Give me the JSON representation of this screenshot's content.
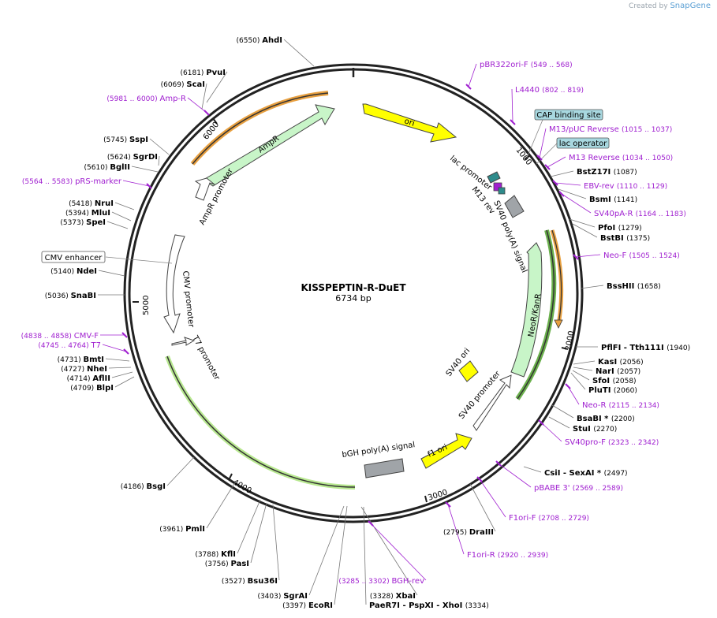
{
  "credit": {
    "prefix": "Created by",
    "brand": "SnapGene"
  },
  "plasmid": {
    "name": "KISSPEPTIN-R-DuET",
    "length": "6734 bp"
  },
  "colors": {
    "primer": "#a020d0",
    "feature_yellow": "#ffff00",
    "feature_green": "#c8f5c8",
    "feature_gray": "#a0a4a8",
    "orf_orange": "#e8a040",
    "orf_green": "#6ab04c"
  },
  "ticks": [
    "1000",
    "2000",
    "3000",
    "4000",
    "5000",
    "6000"
  ],
  "feature_labels": {
    "ori": "ori",
    "ampr": "AmpR",
    "ampr_promoter": "AmpR promoter",
    "cmv_promoter": "CMV promoter",
    "t7_promoter": "T7 promoter",
    "lac_promoter": "lac promoter",
    "m13_rev": "M13 rev",
    "sv40_polya": "SV40 poly(A) signal",
    "neor": "NeoR/KanR",
    "sv40_ori": "SV40 ori",
    "sv40_promoter": "SV40 promoter",
    "f1_ori": "f1 ori",
    "bgh_polya": "bGH poly(A) signal"
  },
  "boxed_labels": {
    "cap": "CAP binding site",
    "lac_operator": "lac operator",
    "cmv_enhancer": "CMV enhancer"
  },
  "sites": [
    {
      "name": "AhdI",
      "pos": "(6550)",
      "kind": "enzyme"
    },
    {
      "name": "PvuI",
      "pos": "(6181)",
      "kind": "enzyme"
    },
    {
      "name": "ScaI",
      "pos": "(6069)",
      "kind": "enzyme"
    },
    {
      "name": "Amp-R",
      "pos": "(5981 .. 6000)",
      "kind": "primer"
    },
    {
      "name": "SspI",
      "pos": "(5745)",
      "kind": "enzyme"
    },
    {
      "name": "SgrDI",
      "pos": "(5624)",
      "kind": "enzyme"
    },
    {
      "name": "BglII",
      "pos": "(5610)",
      "kind": "enzyme"
    },
    {
      "name": "pRS-marker",
      "pos": "(5564 .. 5583)",
      "kind": "primer"
    },
    {
      "name": "NruI",
      "pos": "(5418)",
      "kind": "enzyme"
    },
    {
      "name": "MluI",
      "pos": "(5394)",
      "kind": "enzyme"
    },
    {
      "name": "SpeI",
      "pos": "(5373)",
      "kind": "enzyme"
    },
    {
      "name": "NdeI",
      "pos": "(5140)",
      "kind": "enzyme"
    },
    {
      "name": "SnaBI",
      "pos": "(5036)",
      "kind": "enzyme"
    },
    {
      "name": "CMV-F",
      "pos": "(4838 .. 4858)",
      "kind": "primer"
    },
    {
      "name": "T7",
      "pos": "(4745 .. 4764)",
      "kind": "primer"
    },
    {
      "name": "BmtI",
      "pos": "(4731)",
      "kind": "enzyme"
    },
    {
      "name": "NheI",
      "pos": "(4727)",
      "kind": "enzyme"
    },
    {
      "name": "AflII",
      "pos": "(4714)",
      "kind": "enzyme"
    },
    {
      "name": "BlpI",
      "pos": "(4709)",
      "kind": "enzyme"
    },
    {
      "name": "BsgI",
      "pos": "(4186)",
      "kind": "enzyme"
    },
    {
      "name": "PmlI",
      "pos": "(3961)",
      "kind": "enzyme"
    },
    {
      "name": "KflI",
      "pos": "(3788)",
      "kind": "enzyme"
    },
    {
      "name": "PasI",
      "pos": "(3756)",
      "kind": "enzyme"
    },
    {
      "name": "Bsu36I",
      "pos": "(3527)",
      "kind": "enzyme"
    },
    {
      "name": "SgrAI",
      "pos": "(3403)",
      "kind": "enzyme"
    },
    {
      "name": "EcoRI",
      "pos": "(3397)",
      "kind": "enzyme"
    },
    {
      "name": "XbaI",
      "pos": "(3328)",
      "kind": "enzyme"
    },
    {
      "name": "PaeR7I   - PspXI   - XhoI",
      "pos": "(3334)",
      "kind": "enzyme"
    },
    {
      "name": "BGH-rev",
      "pos": "(3285 .. 3302)",
      "kind": "primer"
    },
    {
      "name": "F1ori-R",
      "pos": "(2920 .. 2939)",
      "kind": "primer"
    },
    {
      "name": "DraIII",
      "pos": "(2795)",
      "kind": "enzyme"
    },
    {
      "name": "F1ori-F",
      "pos": "(2708 .. 2729)",
      "kind": "primer"
    },
    {
      "name": "pBABE 3'",
      "pos": "(2569 .. 2589)",
      "kind": "primer"
    },
    {
      "name": "CsiI   - SexAI *",
      "pos": "(2497)",
      "kind": "enzyme"
    },
    {
      "name": "SV40pro-F",
      "pos": "(2323 .. 2342)",
      "kind": "primer"
    },
    {
      "name": "StuI",
      "pos": "(2270)",
      "kind": "enzyme"
    },
    {
      "name": "BsaBI *",
      "pos": "(2200)",
      "kind": "enzyme"
    },
    {
      "name": "Neo-R",
      "pos": "(2115 .. 2134)",
      "kind": "primer"
    },
    {
      "name": "PluTI",
      "pos": "(2060)",
      "kind": "enzyme"
    },
    {
      "name": "SfoI",
      "pos": "(2058)",
      "kind": "enzyme"
    },
    {
      "name": "NarI",
      "pos": "(2057)",
      "kind": "enzyme"
    },
    {
      "name": "KasI",
      "pos": "(2056)",
      "kind": "enzyme"
    },
    {
      "name": "PflFI   - Tth111I",
      "pos": "(1940)",
      "kind": "enzyme"
    },
    {
      "name": "BssHII",
      "pos": "(1658)",
      "kind": "enzyme"
    },
    {
      "name": "Neo-F",
      "pos": "(1505 .. 1524)",
      "kind": "primer"
    },
    {
      "name": "BstBI",
      "pos": "(1375)",
      "kind": "enzyme"
    },
    {
      "name": "PfoI",
      "pos": "(1279)",
      "kind": "enzyme"
    },
    {
      "name": "SV40pA-R",
      "pos": "(1164 .. 1183)",
      "kind": "primer"
    },
    {
      "name": "BsmI",
      "pos": "(1141)",
      "kind": "enzyme"
    },
    {
      "name": "EBV-rev",
      "pos": "(1110 .. 1129)",
      "kind": "primer"
    },
    {
      "name": "BstZ17I",
      "pos": "(1087)",
      "kind": "enzyme"
    },
    {
      "name": "M13 Reverse",
      "pos": "(1034 .. 1050)",
      "kind": "primer"
    },
    {
      "name": "M13/pUC Reverse",
      "pos": "(1015 .. 1037)",
      "kind": "primer"
    },
    {
      "name": "L4440",
      "pos": "(802 .. 819)",
      "kind": "primer"
    },
    {
      "name": "pBR322ori-F",
      "pos": "(549 .. 568)",
      "kind": "primer"
    }
  ]
}
